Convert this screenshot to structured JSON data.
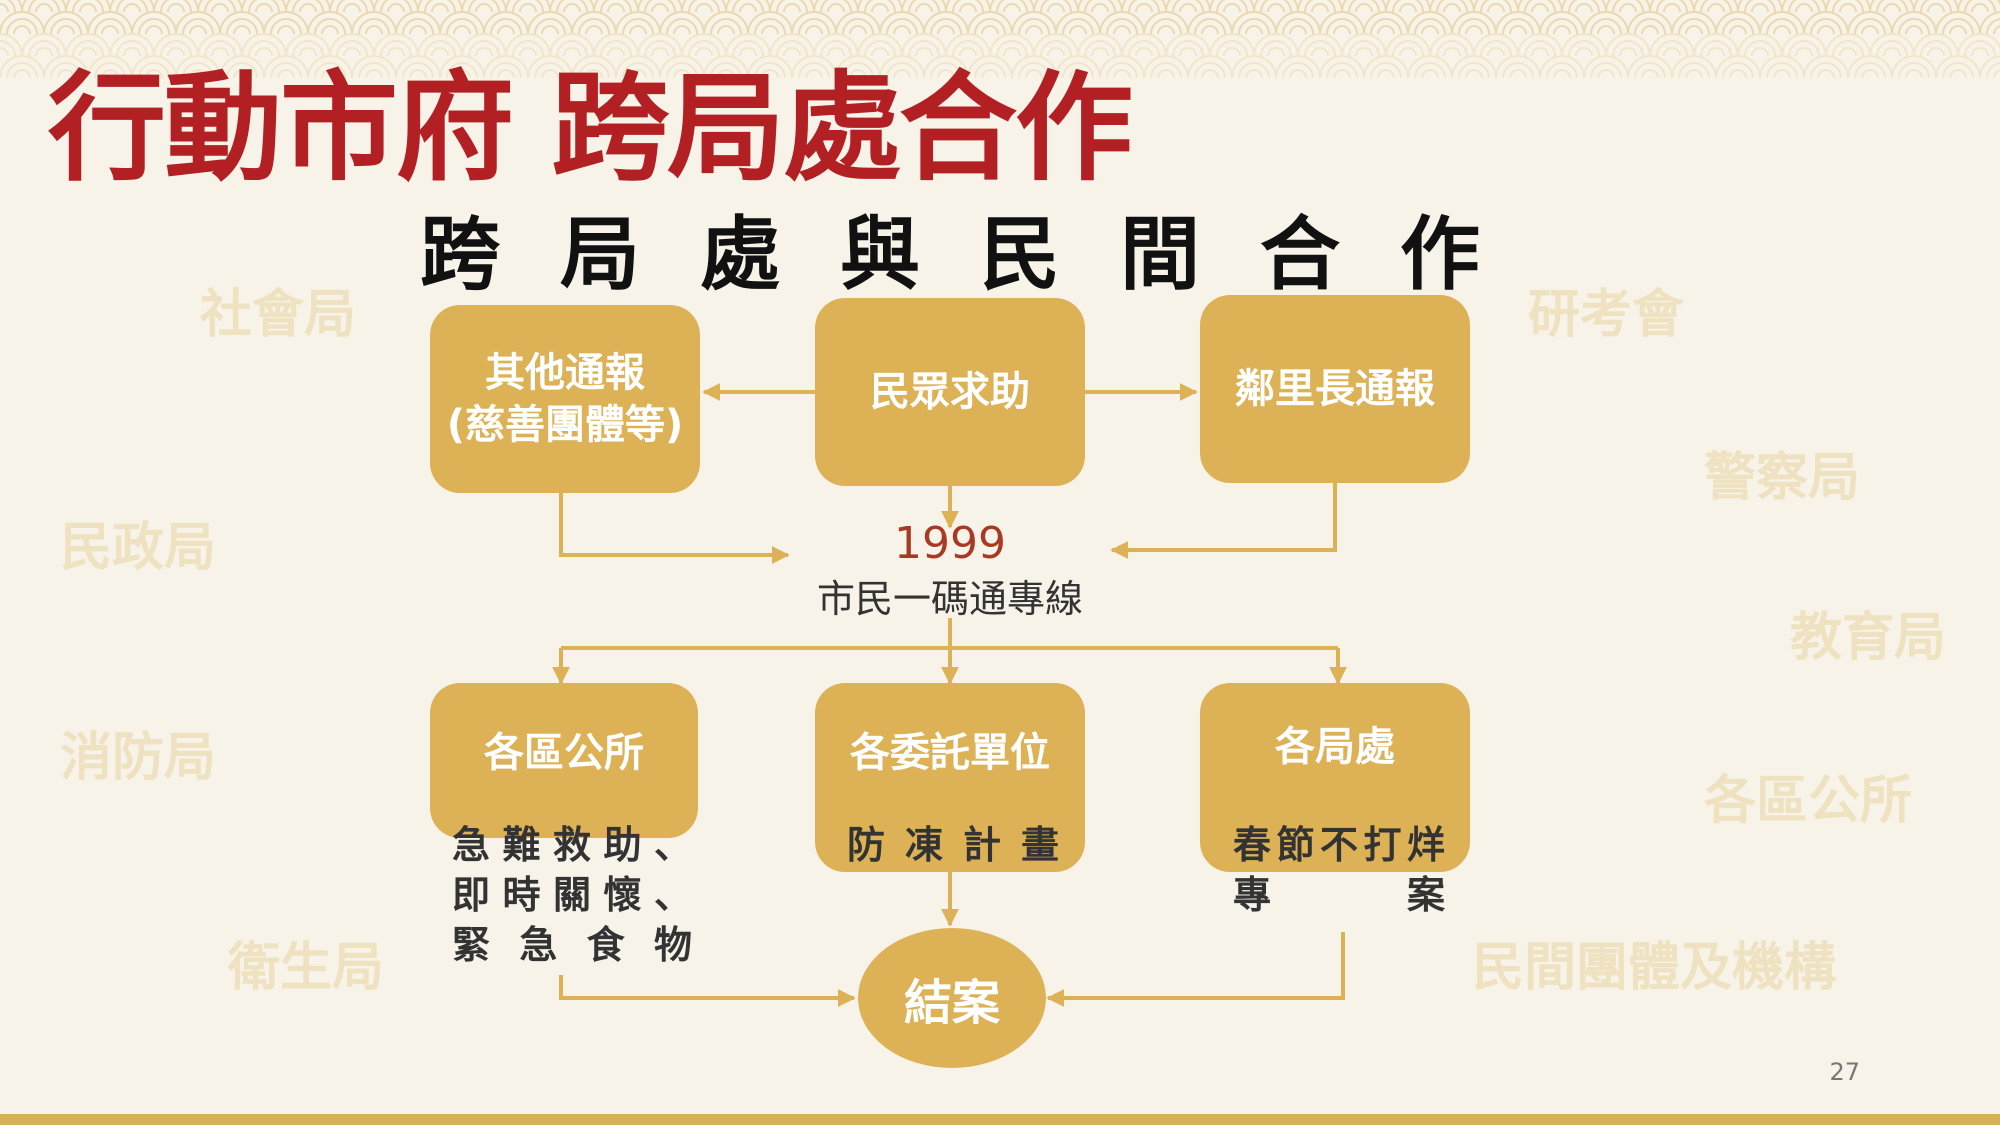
{
  "title": "行動市府 跨局處合作",
  "subtitle": "跨局處與民間合作",
  "background_labels": [
    "社會局",
    "民政局",
    "消防局",
    "衛生局",
    "研考會",
    "警察局",
    "教育局",
    "各區公所",
    "民間團體及機構"
  ],
  "sources": {
    "other": {
      "line1": "其他通報",
      "line2": "(慈善團體等)"
    },
    "citizen": "民眾求助",
    "village": "鄰里長通報"
  },
  "hotline": {
    "number": "1999",
    "label": "市民一碼通專線"
  },
  "units": {
    "district": {
      "title": "各區公所",
      "lines": [
        "急難救助、",
        "即時關懷、",
        "緊急食物"
      ]
    },
    "contracted": {
      "title": "各委託單位",
      "lines": [
        "防凍計畫"
      ]
    },
    "bureaus": {
      "title": "各局處",
      "lines": [
        "春節不打烊",
        "專案"
      ]
    }
  },
  "close": "結案",
  "page_number": "27",
  "colors": {
    "accent": "#b22024",
    "box": "#ddb257",
    "faded": "#efe2c1"
  }
}
